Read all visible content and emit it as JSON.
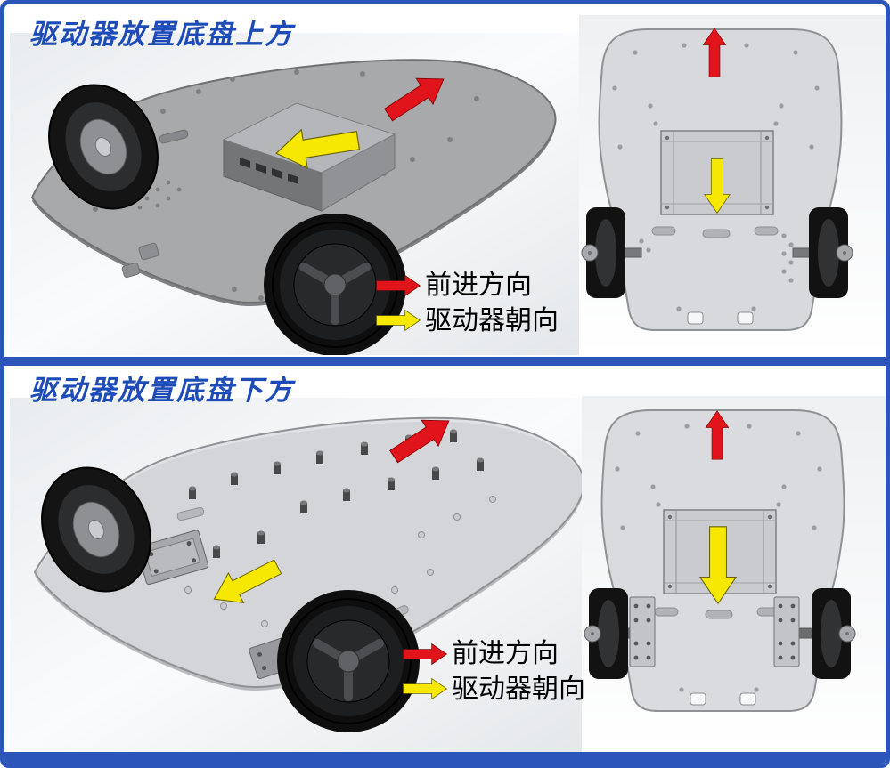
{
  "frame": {
    "color": "#2b55b8"
  },
  "colors": {
    "arrow_red": "#e2141b",
    "arrow_yellow": "#f6e800",
    "title_blue": "#1d4cb8",
    "chassis_gray": "#a7a9ab",
    "chassis_light_gray": "#d7d9dc",
    "wheel_black": "#141414"
  },
  "sections": [
    {
      "id": "driver-above-chassis",
      "title": "驱动器放置底盘上方",
      "legend": {
        "forward": "前进方向",
        "driver": "驱动器朝向"
      }
    },
    {
      "id": "driver-below-chassis",
      "title": "驱动器放置底盘下方",
      "legend": {
        "forward": "前进方向",
        "driver": "驱动器朝向"
      }
    }
  ]
}
